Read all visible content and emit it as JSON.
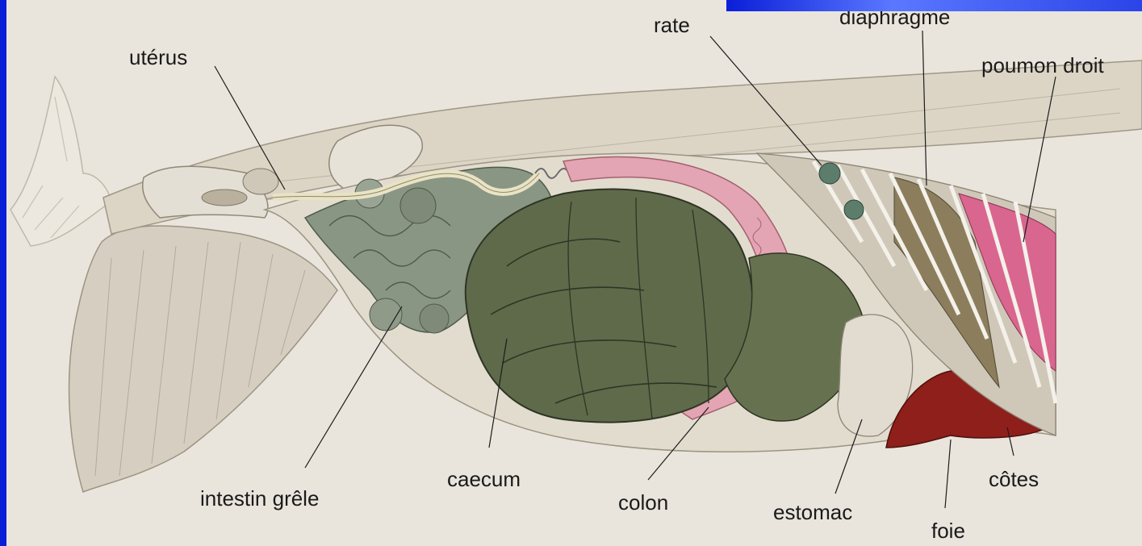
{
  "labels": {
    "uterus": "utérus",
    "rate": "rate",
    "diaphragme": "diaphragme",
    "poumon_droit": "poumon droit",
    "intestin_grele": "intestin grêle",
    "caecum": "caecum",
    "colon": "colon",
    "estomac": "estomac",
    "foie": "foie",
    "cotes": "côtes"
  },
  "colors": {
    "frame": "#0a1ed8",
    "background": "#e9e5dc",
    "caecum": "#5e6a4a",
    "intestine": "#7d8a78",
    "colon": "#e2a3b0",
    "lung": "#d9668f",
    "liver": "#8e1f1a",
    "muscle": "#cfc7b8"
  }
}
